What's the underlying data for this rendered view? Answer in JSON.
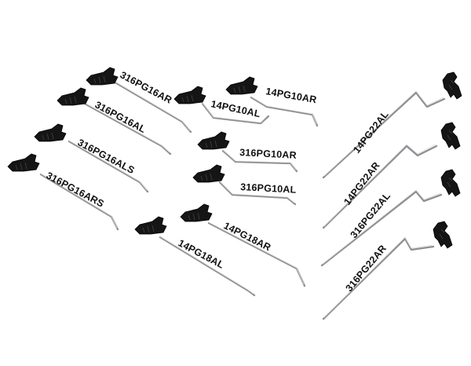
{
  "tools": [
    {
      "id": "t1",
      "label": "316PG16AR"
    },
    {
      "id": "t2",
      "label": "316PG16AL"
    },
    {
      "id": "t3",
      "label": "316PG16ALS"
    },
    {
      "id": "t4",
      "label": "316PG16ARS"
    },
    {
      "id": "t5",
      "label": "14PG10AL"
    },
    {
      "id": "t6",
      "label": "14PG10AR"
    },
    {
      "id": "t7",
      "label": "316PG10AR"
    },
    {
      "id": "t8",
      "label": "316PG10AL"
    },
    {
      "id": "t9",
      "label": "14PG18AR"
    },
    {
      "id": "t10",
      "label": "14PG18AL"
    },
    {
      "id": "t11",
      "label": "14PG22AL"
    },
    {
      "id": "t12",
      "label": "14PG22AR"
    },
    {
      "id": "t13",
      "label": "316PG22AL"
    },
    {
      "id": "t14",
      "label": "316PG22AR"
    }
  ],
  "colors": {
    "background": "#ffffff",
    "handle": "#151515",
    "rod": "#8d8f93",
    "label": "#111111"
  }
}
